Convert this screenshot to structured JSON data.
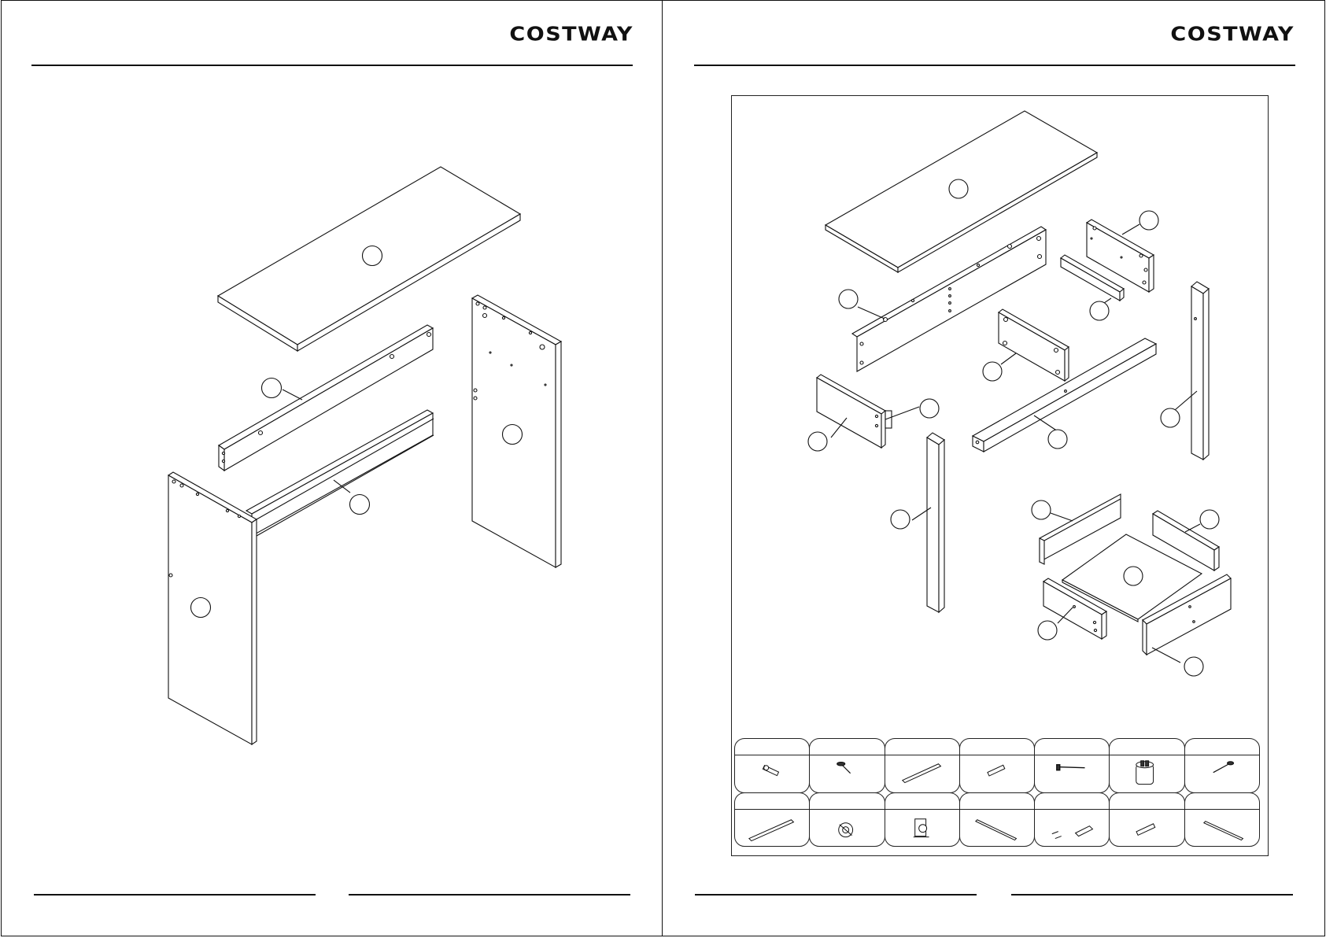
{
  "brand": {
    "logo_text": "COSTWAY"
  },
  "pages": [
    {
      "id": "left",
      "content": "exploded-assembly-diagram"
    },
    {
      "id": "right",
      "content": "parts-and-hardware-overview"
    }
  ],
  "hardware": [
    {
      "icon": "cam-bolt-icon"
    },
    {
      "icon": "short-screw-icon"
    },
    {
      "icon": "drawer-slide-icon"
    },
    {
      "icon": "wooden-dowel-icon"
    },
    {
      "icon": "long-bolt-icon"
    },
    {
      "icon": "cam-lock-icon"
    },
    {
      "icon": "wood-screw-icon"
    },
    {
      "icon": "slide-rail-icon"
    },
    {
      "icon": "cam-nut-icon"
    },
    {
      "icon": "bracket-icon"
    },
    {
      "icon": "long-rail-icon"
    },
    {
      "icon": "allen-key-icon"
    },
    {
      "icon": "dowel-pin-icon"
    },
    {
      "icon": "rail-strip-icon"
    }
  ]
}
